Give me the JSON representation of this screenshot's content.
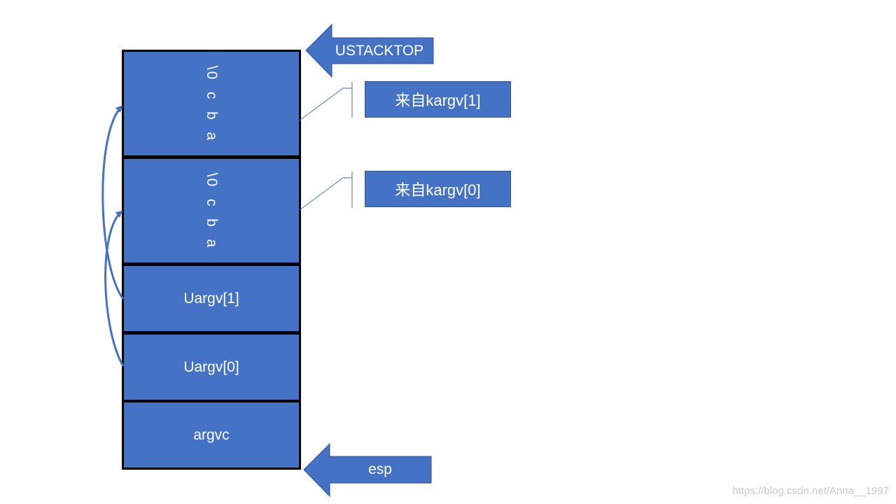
{
  "stack": {
    "cells": [
      {
        "label": "\\0  c  b  a"
      },
      {
        "label": "\\0  c  b  a"
      },
      {
        "label": "Uargv[1]"
      },
      {
        "label": "Uargv[0]"
      },
      {
        "label": "argvc"
      }
    ]
  },
  "pointers": {
    "top": "USTACKTOP",
    "bottom": "esp"
  },
  "callouts": {
    "kargv1": "来自kargv[1]",
    "kargv0": "来自kargv[0]"
  },
  "watermark": "https://blog.csdn.net/Anna__1997",
  "colors": {
    "block_fill": "#4472c4",
    "block_border": "#000000",
    "arrow_fill": "#4472c4",
    "text": "#ffffff"
  }
}
